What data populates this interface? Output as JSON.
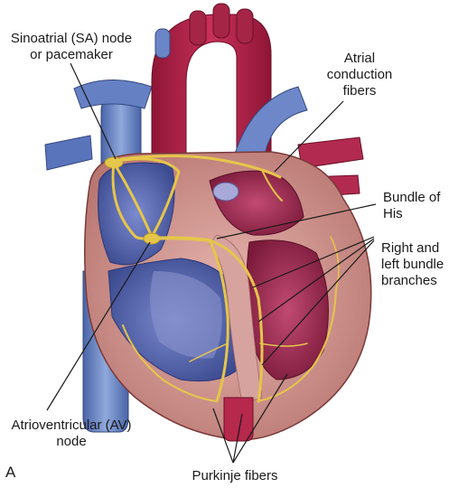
{
  "panel_letter": "A",
  "labels": {
    "sa_node": {
      "line1": "Sinoatrial (SA) node",
      "line2": "or pacemaker"
    },
    "atrial_conduction": {
      "line1": "Atrial",
      "line2": "conduction",
      "line3": "fibers"
    },
    "bundle_of_his": {
      "line1": "Bundle of",
      "line2": "His"
    },
    "bundle_branches": {
      "line1": "Right and",
      "line2": "left bundle",
      "line3": "branches"
    },
    "av_node": {
      "line1": "Atrioventricular (AV)",
      "line2": "node"
    },
    "purkinje": {
      "line1": "Purkinje fibers"
    }
  },
  "colors": {
    "aorta": "#b8254a",
    "vena_cava": "#6f8fc8",
    "right_chambers": "#5e6fb5",
    "left_chambers": "#a8365c",
    "myocardium": "#d9a3a0",
    "conduction": "#e6c64a",
    "leader_line": "#1a1a1a"
  }
}
